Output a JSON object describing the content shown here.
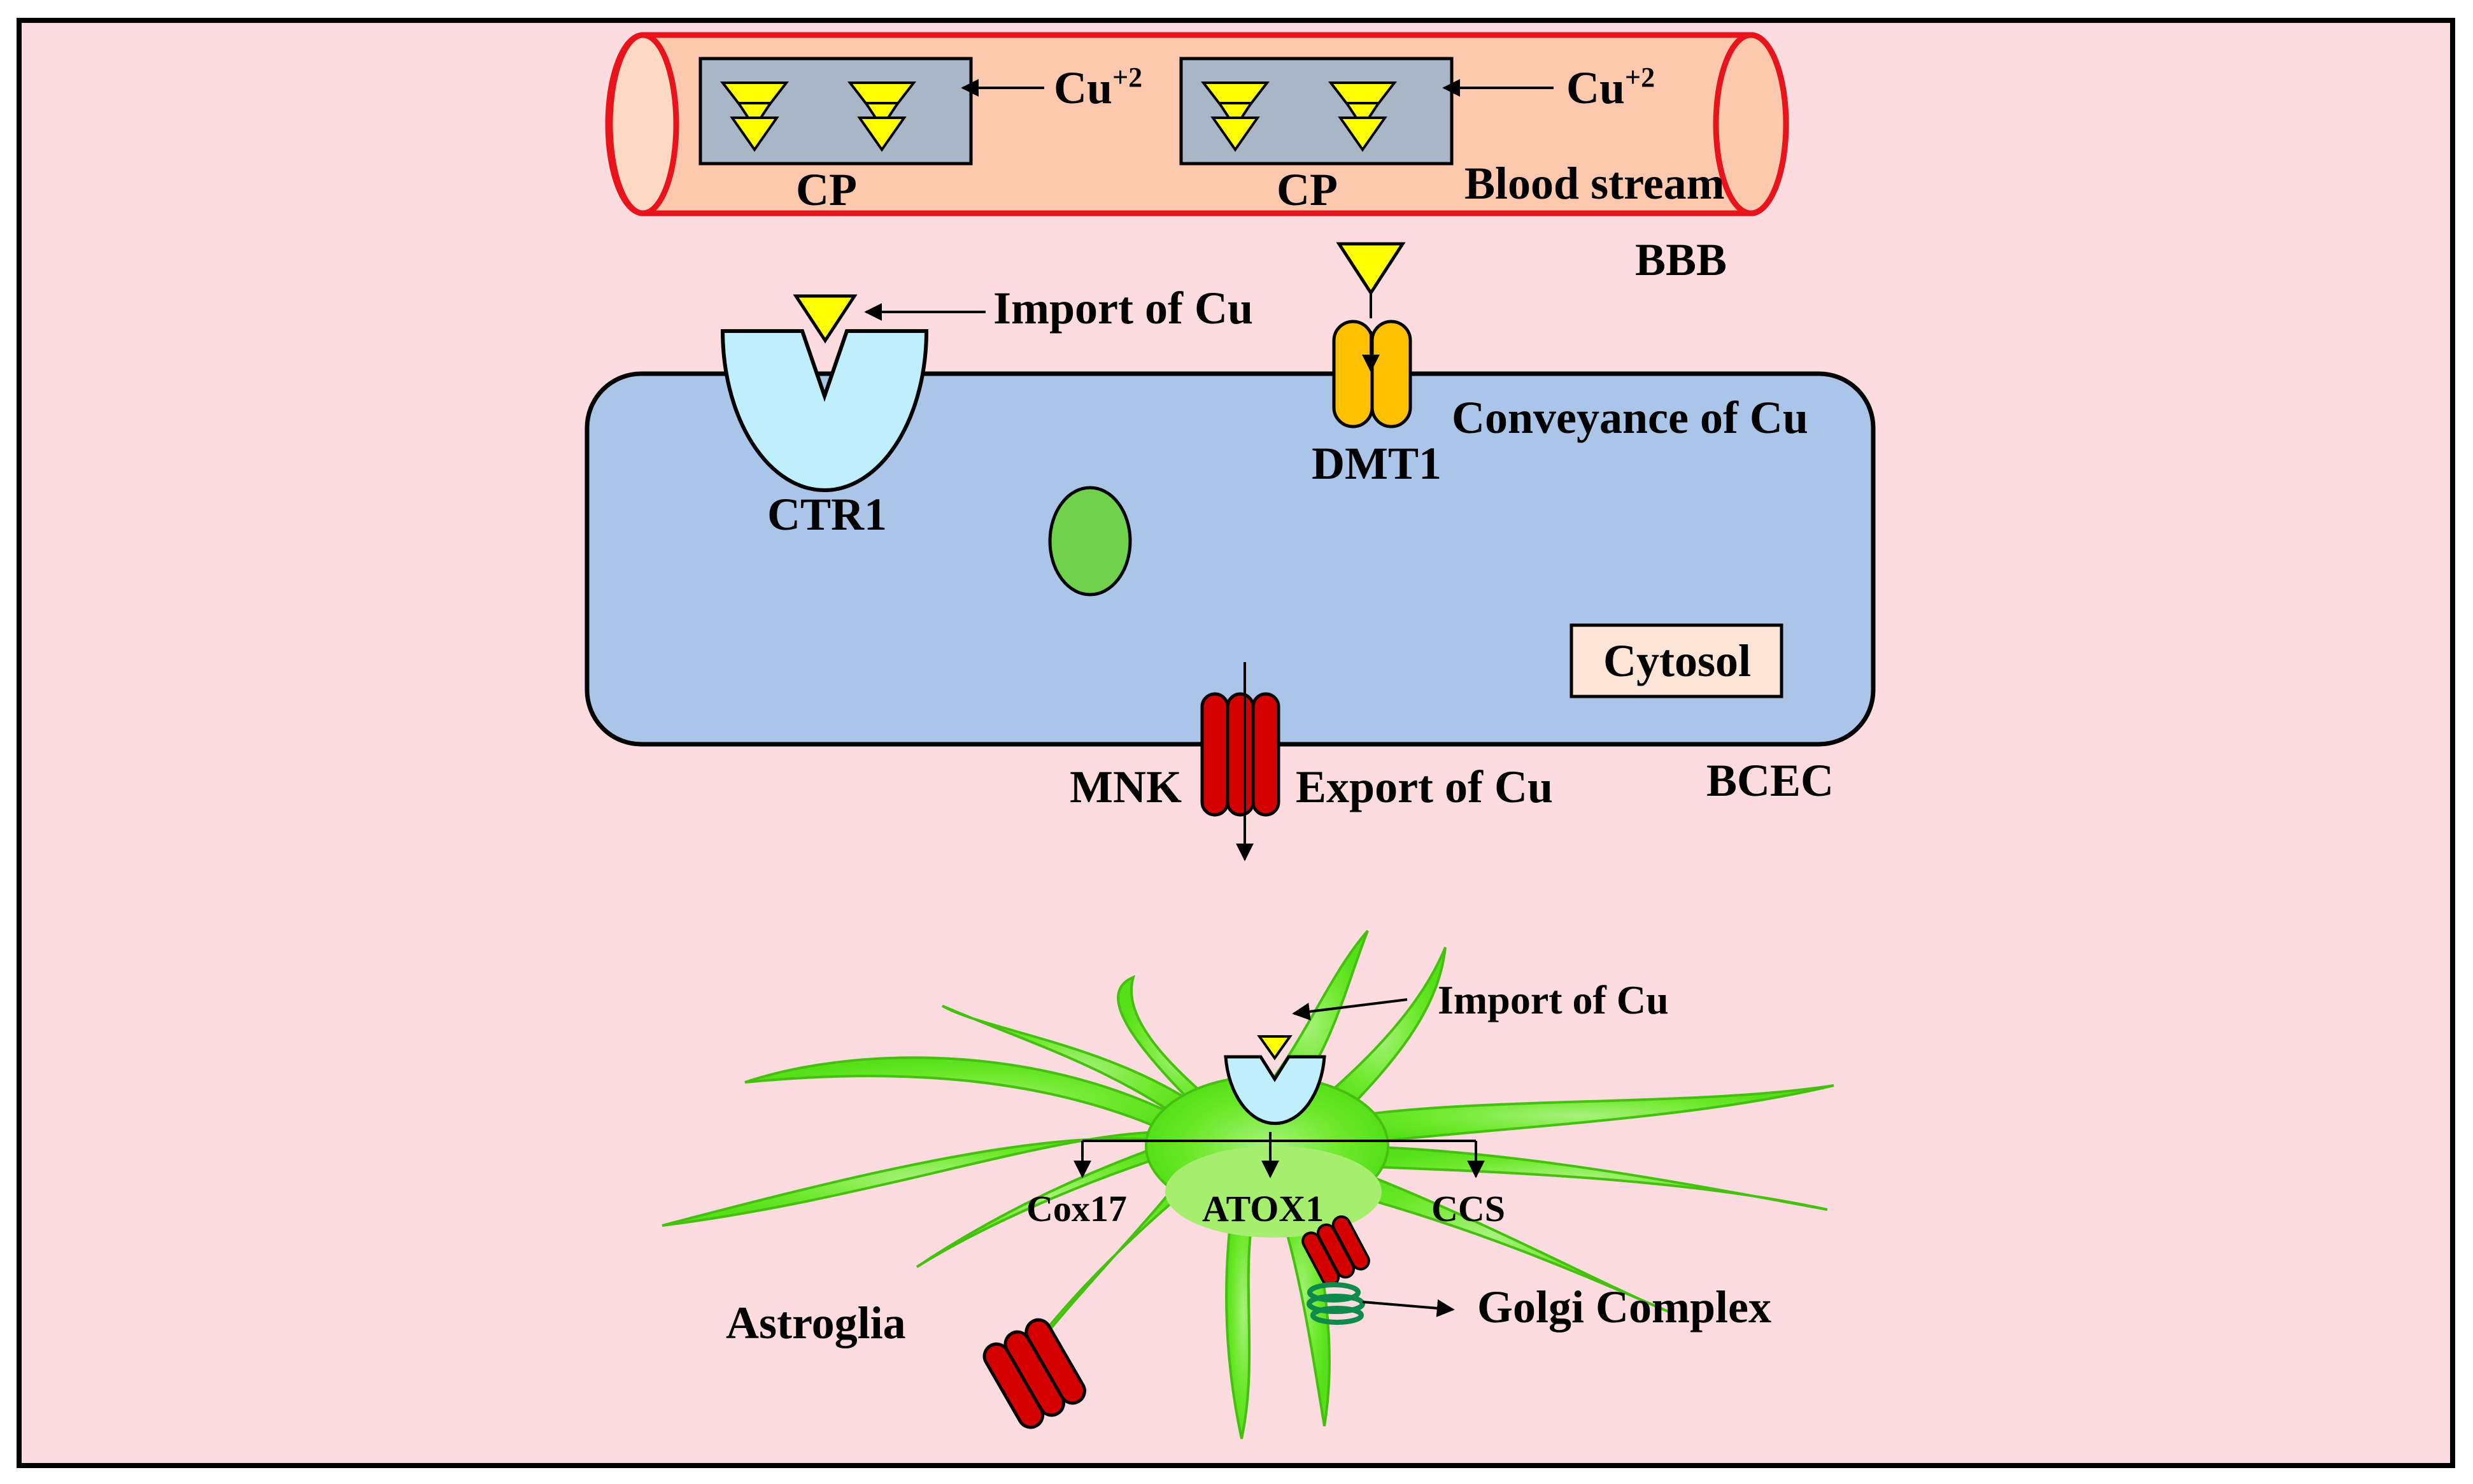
{
  "labels": {
    "cu_ion_1": "Cu",
    "cu_ion_2": "Cu",
    "cu_charge": "+2",
    "cp_1": "CP",
    "cp_2": "CP",
    "blood_stream": "Blood stream",
    "bbb": "BBB",
    "import_cu_top": "Import of Cu",
    "conveyance_cu": "Conveyance of Cu",
    "ctr1": "CTR1",
    "dmt1": "DMT1",
    "cytosol": "Cytosol",
    "mnk": "MNK",
    "export_cu": "Export of Cu",
    "bcec": "BCEC",
    "import_cu_astro": "Import of Cu",
    "cox17": "Cox17",
    "atox1": "ATOX1",
    "ccs": "CCS",
    "golgi": "Golgi Complex",
    "astroglia": "Astroglia"
  },
  "colors": {
    "background": "#fcdcde",
    "vessel_fill": "#fcc9ae",
    "vessel_stroke": "#e8131b",
    "cp_box": "#a8b6c8",
    "copper": "#ffff00",
    "cell_fill": "#abc5e8",
    "ctr1_fill": "#bfeefc",
    "dmt1_fill": "#ffc000",
    "nucleus": "#6fd24a",
    "cytosol_box": "#fce5d6",
    "mnk_fill": "#d40000",
    "astro_fill": "#5de71a",
    "golgi": "#0e8a4c"
  }
}
